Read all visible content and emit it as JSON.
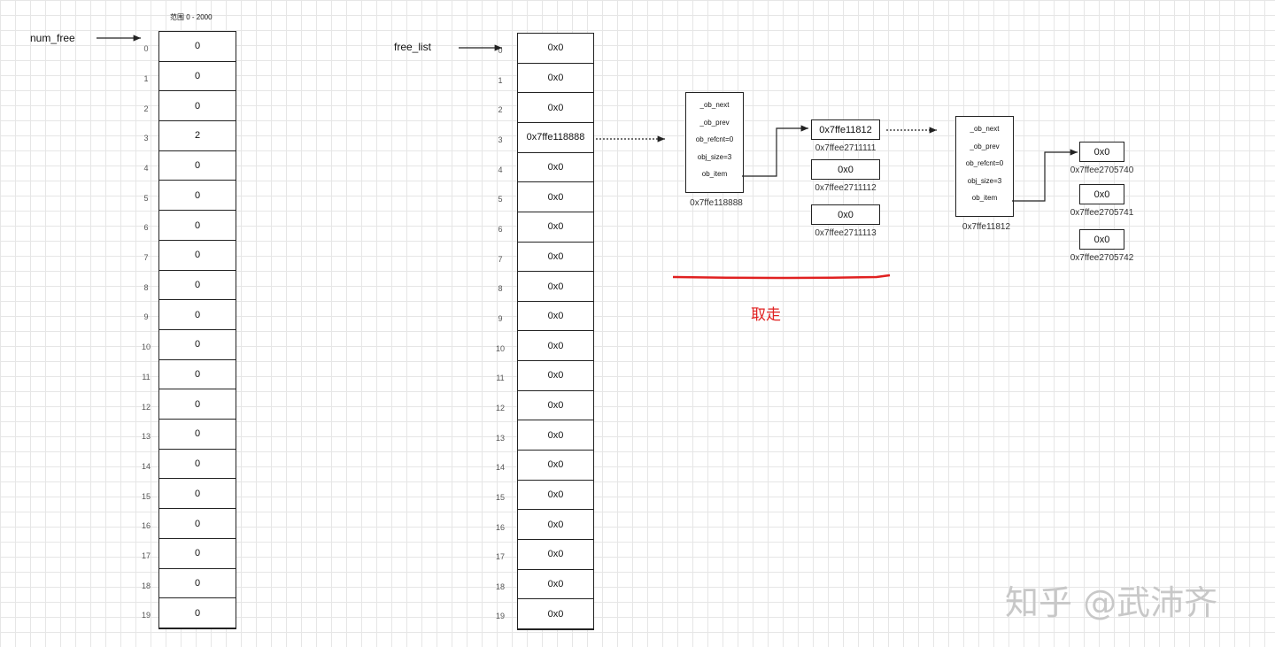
{
  "num_free": {
    "label": "num_free",
    "range_label": "范围 0 - 2000",
    "values": [
      "0",
      "0",
      "0",
      "2",
      "0",
      "0",
      "0",
      "0",
      "0",
      "0",
      "0",
      "0",
      "0",
      "0",
      "0",
      "0",
      "0",
      "0",
      "0",
      "0"
    ]
  },
  "free_list": {
    "label": "free_list",
    "values": [
      "0x0",
      "0x0",
      "0x0",
      "0x7ffe118888",
      "0x0",
      "0x0",
      "0x0",
      "0x0",
      "0x0",
      "0x0",
      "0x0",
      "0x0",
      "0x0",
      "0x0",
      "0x0",
      "0x0",
      "0x0",
      "0x0",
      "0x0",
      "0x0"
    ]
  },
  "indices": [
    "0",
    "1",
    "2",
    "3",
    "4",
    "5",
    "6",
    "7",
    "8",
    "9",
    "10",
    "11",
    "12",
    "13",
    "14",
    "15",
    "16",
    "17",
    "18",
    "19"
  ],
  "struct1": {
    "fields": [
      "_ob_next",
      "_ob_prev",
      "ob_refcnt=0",
      "obj_size=3",
      "ob_item"
    ],
    "address": "0x7ffe118888"
  },
  "items1": [
    {
      "value": "0x7ffe11812",
      "address": "0x7ffee2711111"
    },
    {
      "value": "0x0",
      "address": "0x7ffee2711112"
    },
    {
      "value": "0x0",
      "address": "0x7ffee2711113"
    }
  ],
  "struct2": {
    "fields": [
      "_ob_next",
      "_ob_prev",
      "ob_refcnt=0",
      "obj_size=3",
      "ob_item"
    ],
    "address": "0x7ffe11812"
  },
  "items2": [
    {
      "value": "0x0",
      "address": "0x7ffee2705740"
    },
    {
      "value": "0x0",
      "address": "0x7ffee2705741"
    },
    {
      "value": "0x0",
      "address": "0x7ffee2705742"
    }
  ],
  "annotation": "取走",
  "watermark": "知乎 @武沛齐",
  "colors": {
    "annotation": "#e02020"
  }
}
